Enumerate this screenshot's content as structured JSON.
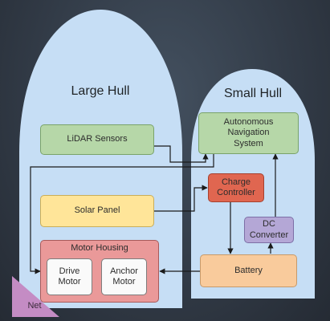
{
  "hulls": {
    "large": "Large Hull",
    "small": "Small Hull"
  },
  "components": {
    "lidar": "LiDAR Sensors",
    "autonomous_navigation": "Autonomous\nNavigation\nSystem",
    "charge_controller": "Charge\nController",
    "solar_panel": "Solar Panel",
    "dc_converter": "DC\nConverter",
    "motor_housing": "Motor Housing",
    "drive_motor": "Drive\nMotor",
    "anchor_motor": "Anchor\nMotor",
    "battery": "Battery",
    "net": "Net"
  },
  "connections": [
    {
      "from": "LiDAR Sensors",
      "to": "Autonomous Navigation System"
    },
    {
      "from": "Autonomous Navigation System",
      "to": "Motor Housing"
    },
    {
      "from": "Solar Panel",
      "to": "Charge Controller"
    },
    {
      "from": "Charge Controller",
      "to": "Battery"
    },
    {
      "from": "Battery",
      "to": "DC Converter"
    },
    {
      "from": "DC Converter",
      "to": "Autonomous Navigation System"
    },
    {
      "from": "Battery",
      "to": "Motor Housing"
    }
  ],
  "colors": {
    "background": "#323b47",
    "hull": "#c6def5",
    "sensor_box": "#b6d7a8",
    "power_box": "#ffe599",
    "controller_box": "#e06650",
    "converter_box": "#b4a7d6",
    "battery_box": "#f9cb9c",
    "motor_housing": "#ea9999",
    "net": "#c48cc4"
  }
}
